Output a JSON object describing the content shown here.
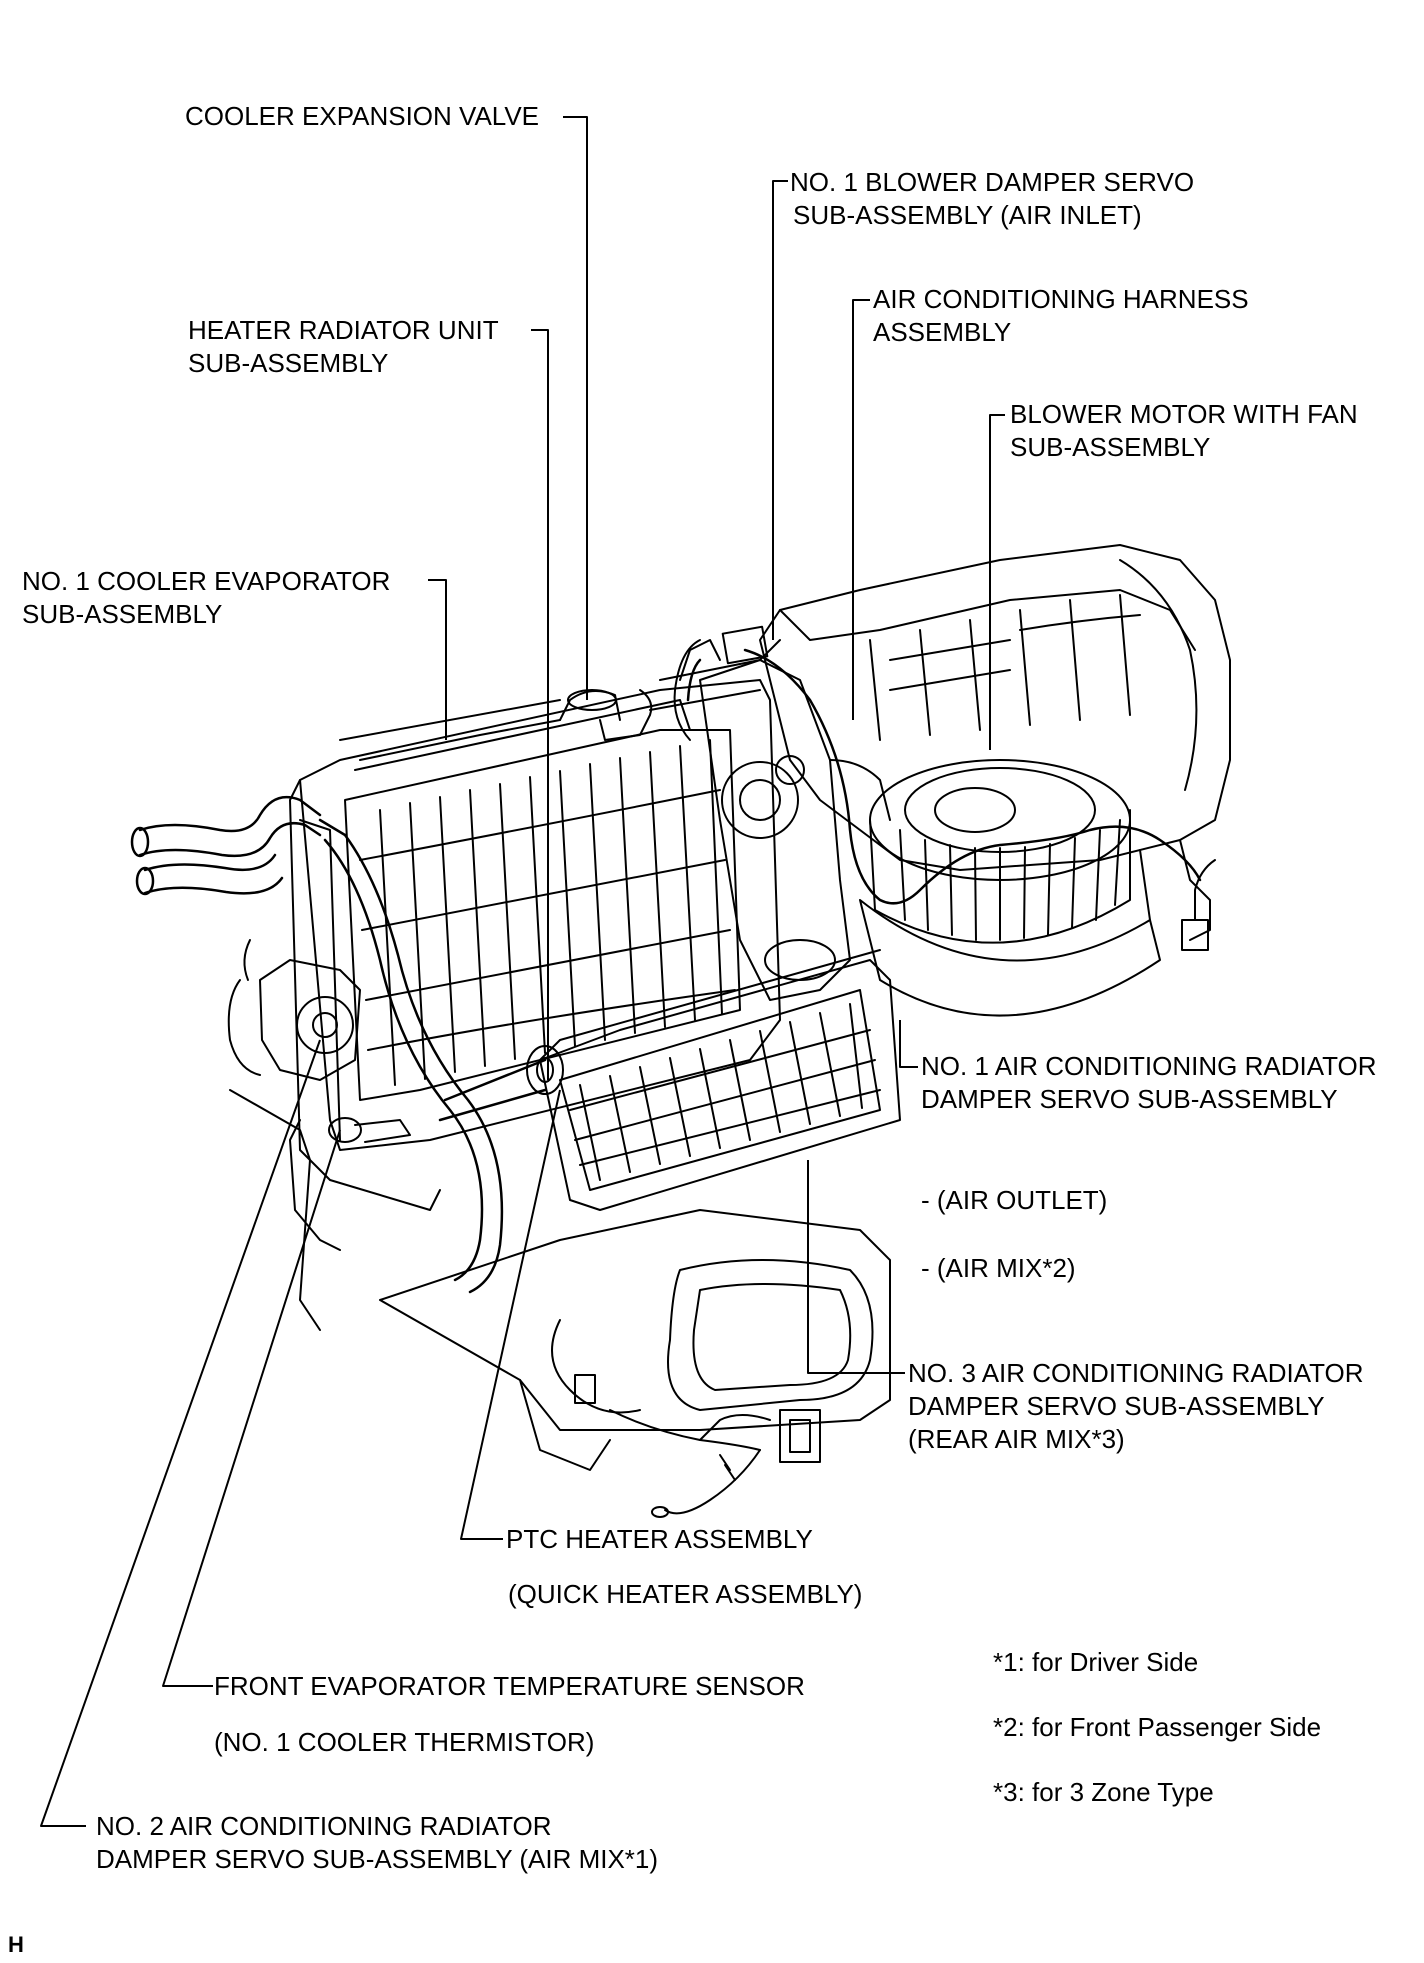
{
  "labels": {
    "cooler_expansion_valve": "COOLER EXPANSION VALVE",
    "blower_damper_servo": [
      "NO. 1 BLOWER DAMPER SERVO",
      "SUB-ASSEMBLY (AIR INLET)"
    ],
    "ac_harness": [
      "AIR CONDITIONING HARNESS",
      "ASSEMBLY"
    ],
    "heater_radiator_unit": [
      "HEATER RADIATOR UNIT",
      "SUB-ASSEMBLY"
    ],
    "blower_motor": [
      "BLOWER MOTOR WITH FAN",
      "SUB-ASSEMBLY"
    ],
    "cooler_evaporator": [
      "NO. 1 COOLER EVAPORATOR",
      "SUB-ASSEMBLY"
    ],
    "no1_ac_radiator_damper": [
      "NO. 1 AIR CONDITIONING RADIATOR",
      "DAMPER SERVO SUB-ASSEMBLY"
    ],
    "air_outlet": "- (AIR OUTLET)",
    "air_mix2": "- (AIR MIX*2)",
    "no3_ac_radiator_damper": [
      "NO. 3 AIR CONDITIONING RADIATOR",
      "DAMPER SERVO SUB-ASSEMBLY",
      "(REAR AIR MIX*3)"
    ],
    "ptc_heater": "PTC HEATER ASSEMBLY",
    "quick_heater": "(QUICK HEATER ASSEMBLY)",
    "front_evap_sensor": "FRONT EVAPORATOR TEMPERATURE SENSOR",
    "cooler_thermistor": "(NO. 1 COOLER THERMISTOR)",
    "no2_ac_radiator_damper": [
      "NO. 2 AIR CONDITIONING RADIATOR",
      "DAMPER SERVO SUB-ASSEMBLY (AIR MIX*1)"
    ]
  },
  "notes": [
    "*1: for Driver Side",
    "*2: for Front Passenger Side",
    "*3: for 3 Zone Type"
  ],
  "figure_code": "H"
}
